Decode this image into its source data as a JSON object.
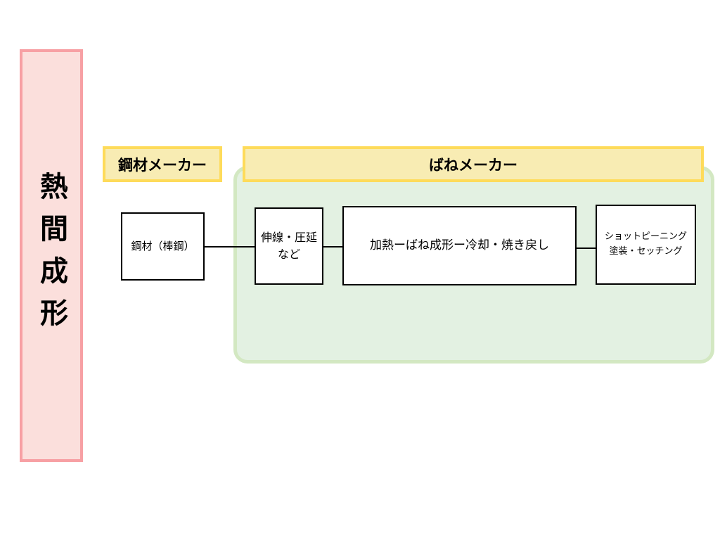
{
  "side_label": "熱間成形",
  "headers": {
    "steel_maker": "鋼材メーカー",
    "spring_maker": "ばねメーカー"
  },
  "boxes": {
    "steel": [
      "鋼材（棒鋼）"
    ],
    "drawing": [
      "伸線・圧延",
      "など"
    ],
    "heating": [
      "加熱ーばね成形ー冷却・焼き戻し"
    ],
    "finishing": [
      "ショットピーニング",
      "塗装・セッチング"
    ]
  },
  "colors": {
    "side_fill": "#fbdfdc",
    "side_border": "#f7a0a4",
    "header_fill": "#f8ecb3",
    "header_border": "#fedb5a",
    "region_fill": "#e3f1e2",
    "region_border": "#d3e8c2"
  }
}
